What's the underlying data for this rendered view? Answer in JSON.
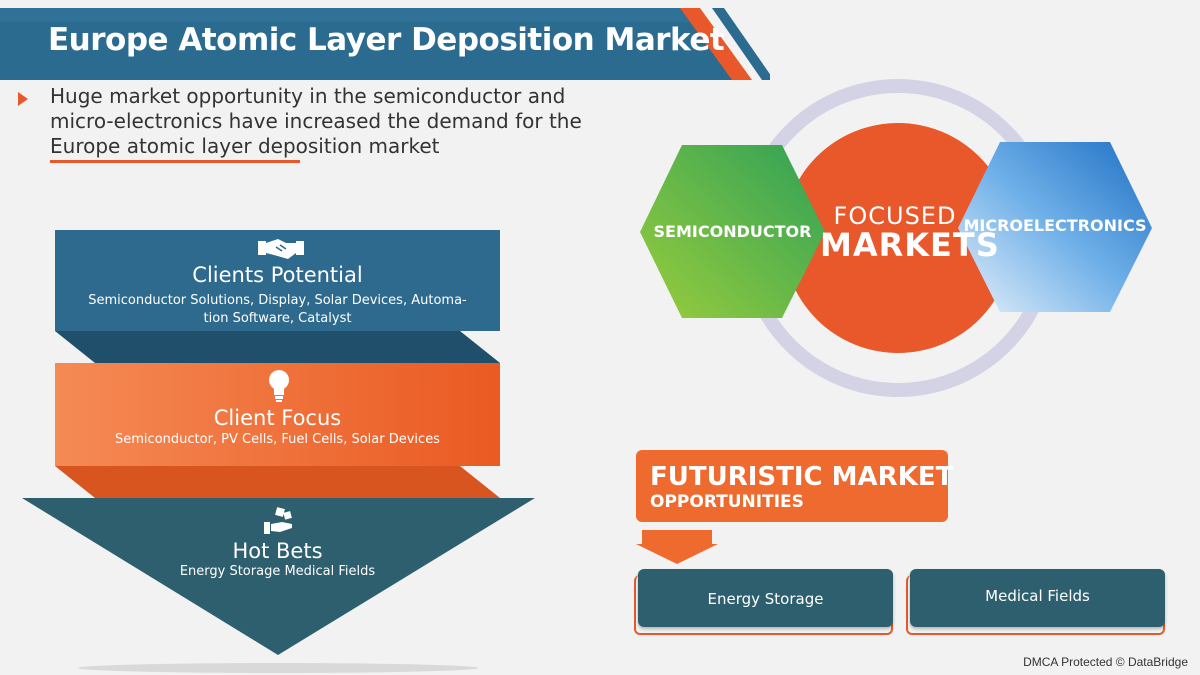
{
  "header": {
    "title": "Europe Atomic Layer Deposition Market"
  },
  "intro": {
    "text": "Huge market opportunity in the semiconductor and micro-electronics have increased the demand for the Europe atomic layer deposition market"
  },
  "pyramid": {
    "tiers": [
      {
        "title": "Clients Potential",
        "subtitle_line1": "Semiconductor Solutions, Display, Solar Devices, Automa-",
        "subtitle_line2": "tion Software, Catalyst",
        "icon": "handshake-icon",
        "color": "#2e6a8e"
      },
      {
        "title": "Client Focus",
        "subtitle_line1": "Semiconductor, PV Cells, Fuel Cells, Solar Devices",
        "icon": "lightbulb-icon",
        "color": "#ef6a2e"
      },
      {
        "title": "Hot Bets",
        "subtitle_line1": "Energy Storage Medical Fields",
        "icon": "hand-dice-icon",
        "color": "#2e5f6e"
      }
    ]
  },
  "focused_markets": {
    "center_line1": "FOCUSED",
    "center_line2": "MARKETS",
    "left": "SEMICONDUCTOR",
    "right": "MICROELECTRONICS",
    "colors": {
      "center": "#e8582a",
      "ring": "#d4d4e4",
      "left_hex": "#5cb548",
      "right_hex": "#2a7fd0"
    }
  },
  "futuristic": {
    "title": "FUTURISTIC MARKET",
    "subtitle": "OPPORTUNITIES",
    "items": [
      "Energy Storage",
      "Medical Fields"
    ]
  },
  "footer": {
    "credit": "DMCA Protected © DataBridge"
  }
}
